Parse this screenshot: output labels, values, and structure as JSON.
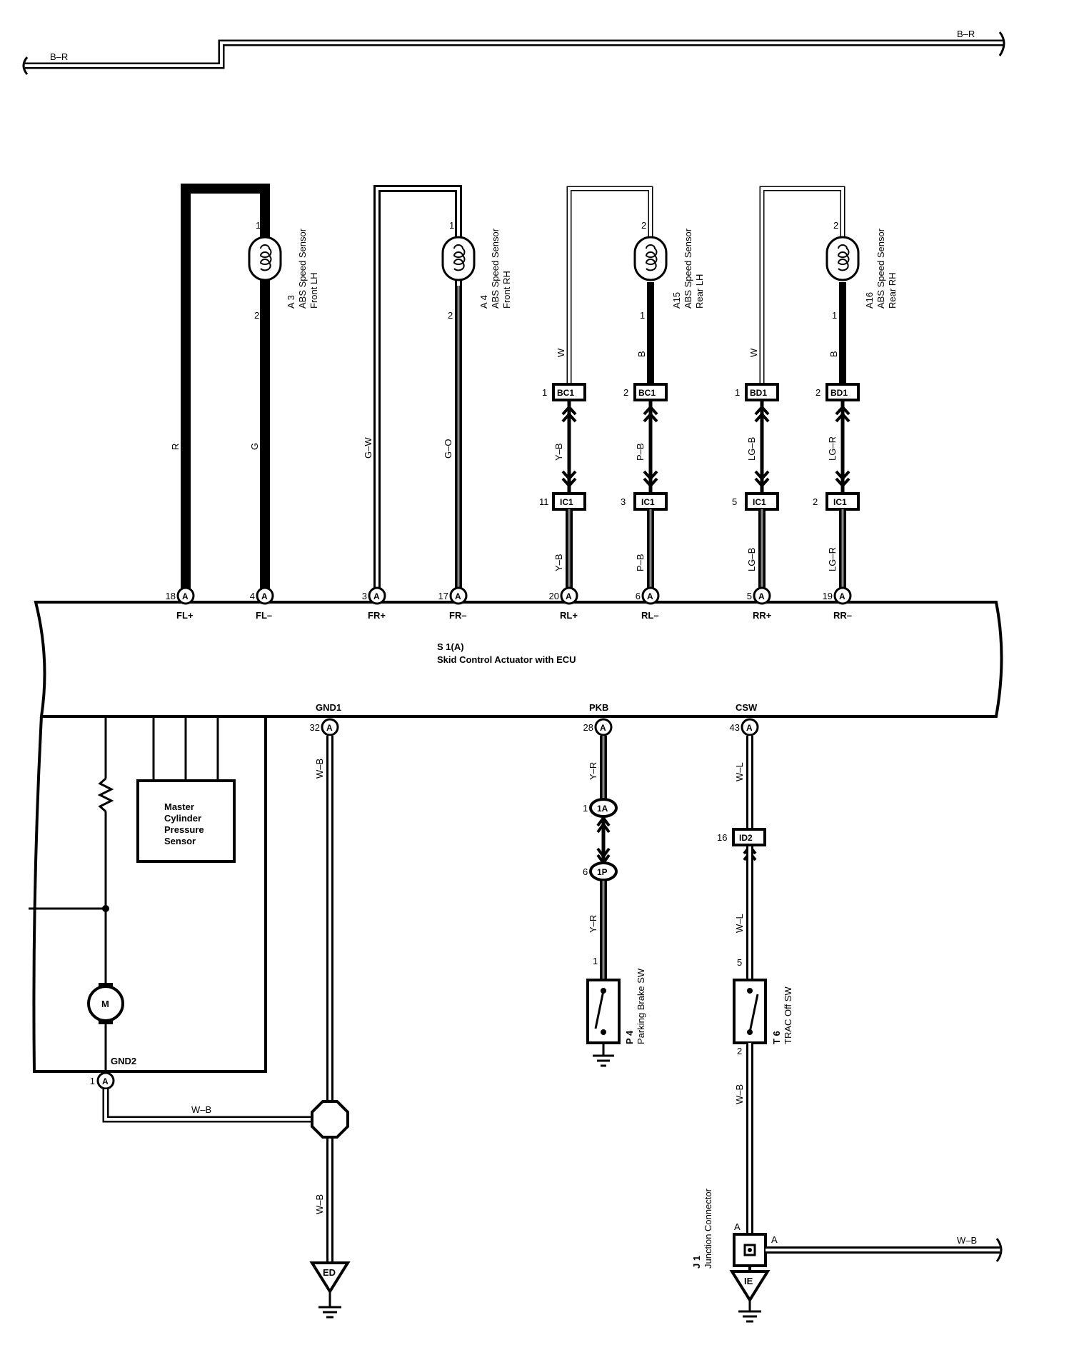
{
  "top_wire": {
    "color_left": "B–R",
    "color_right": "B–R"
  },
  "ecu": {
    "id": "S 1(A)",
    "name": "Skid Control Actuator with ECU",
    "terminals_top": [
      {
        "pin": "18",
        "conn": "A",
        "name": "FL+"
      },
      {
        "pin": "4",
        "conn": "A",
        "name": "FL–"
      },
      {
        "pin": "3",
        "conn": "A",
        "name": "FR+"
      },
      {
        "pin": "17",
        "conn": "A",
        "name": "FR–"
      },
      {
        "pin": "20",
        "conn": "A",
        "name": "RL+"
      },
      {
        "pin": "6",
        "conn": "A",
        "name": "RL–"
      },
      {
        "pin": "5",
        "conn": "A",
        "name": "RR+"
      },
      {
        "pin": "19",
        "conn": "A",
        "name": "RR–"
      }
    ],
    "terminals_bottom": [
      {
        "pin": "32",
        "conn": "A",
        "name": "GND1"
      },
      {
        "pin": "28",
        "conn": "A",
        "name": "PKB"
      },
      {
        "pin": "43",
        "conn": "A",
        "name": "CSW"
      }
    ],
    "gnd2": {
      "pin": "1",
      "conn": "A",
      "name": "GND2"
    },
    "internal": {
      "sensor": "Master Cylinder Pressure Sensor",
      "sensor_lines": [
        "Master",
        "Cylinder",
        "Pressure",
        "Sensor"
      ],
      "motor": "M"
    }
  },
  "sensors": [
    {
      "id": "A 3",
      "name": "ABS Speed Sensor",
      "pos": "Front LH",
      "pin_top": "1",
      "pin_bottom": "2",
      "wire_left": "R",
      "wire_right": "G"
    },
    {
      "id": "A 4",
      "name": "ABS Speed Sensor",
      "pos": "Front RH",
      "pin_top": "1",
      "pin_bottom": "2",
      "wire_left": "G–W",
      "wire_right": "G–O"
    },
    {
      "id": "A15",
      "name": "ABS Speed Sensor",
      "pos": "Rear LH",
      "pin_top": "2",
      "pin_bottom": "1",
      "wire_left": "W",
      "wire_right": "B"
    },
    {
      "id": "A16",
      "name": "ABS Speed Sensor",
      "pos": "Rear RH",
      "pin_top": "2",
      "pin_bottom": "1",
      "wire_left": "W",
      "wire_right": "B"
    }
  ],
  "connectors_rear": [
    {
      "upper": {
        "pin": "1",
        "id": "BC1"
      },
      "lower": {
        "pin": "11",
        "id": "IC1"
      },
      "wire": "Y–B"
    },
    {
      "upper": {
        "pin": "2",
        "id": "BC1"
      },
      "lower": {
        "pin": "3",
        "id": "IC1"
      },
      "wire": "P–B"
    },
    {
      "upper": {
        "pin": "1",
        "id": "BD1"
      },
      "lower": {
        "pin": "5",
        "id": "IC1"
      },
      "wire": "LG–B"
    },
    {
      "upper": {
        "pin": "2",
        "id": "BD1"
      },
      "lower": {
        "pin": "2",
        "id": "IC1"
      },
      "wire": "LG–R"
    }
  ],
  "ground_circuit": {
    "wire_top": "W–B",
    "wire_gnd2": "W–B",
    "wire_bottom": "W–B",
    "ground_point": "ED"
  },
  "parking_brake": {
    "wire_top": "Y–R",
    "conn_1": {
      "pin": "1",
      "id": "1A"
    },
    "conn_2": {
      "pin": "6",
      "id": "1P"
    },
    "wire_bottom": "Y–R",
    "switch_pin": "1",
    "id": "P 4",
    "name": "Parking Brake SW"
  },
  "trac_off": {
    "wire_top": "W–L",
    "conn": {
      "pin": "16",
      "id": "ID2"
    },
    "wire_mid": "W–L",
    "pin_top": "5",
    "pin_bottom": "2",
    "id": "T 6",
    "name": "TRAC Off SW",
    "wire_bottom": "W–B"
  },
  "junction": {
    "id": "J 1",
    "name": "Junction Connector",
    "pin_top": "A",
    "pin_right": "A",
    "wire_right": "W–B",
    "ground_point": "IE"
  }
}
